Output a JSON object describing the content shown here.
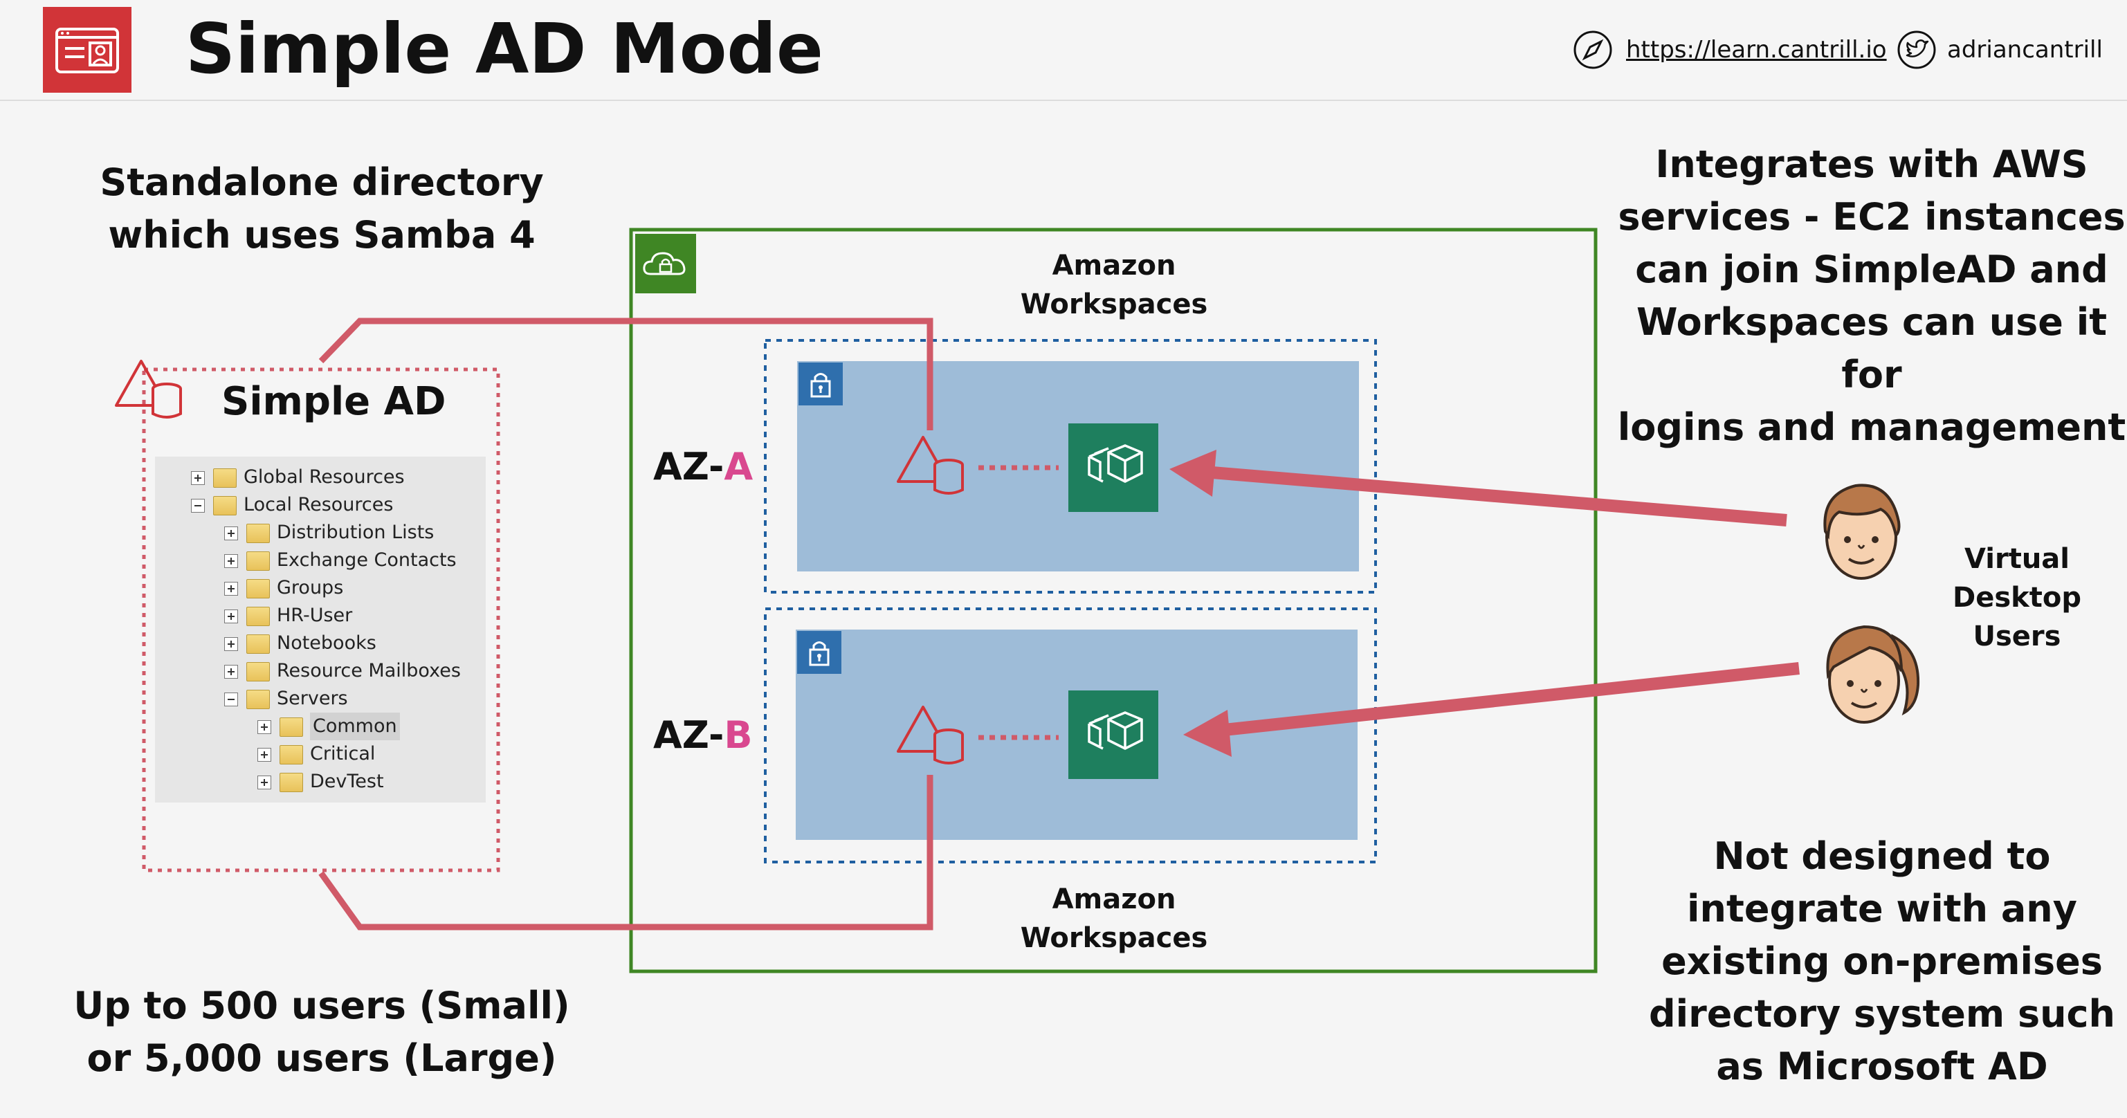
{
  "header": {
    "title": "Simple AD Mode",
    "link": "https://learn.cantrill.io",
    "twitter_handle": "adriancantrill"
  },
  "left": {
    "description": "Standalone directory\nwhich uses Samba 4",
    "box_title": "Simple AD",
    "capacity": "Up to 500 users (Small)\nor 5,000 users (Large)"
  },
  "tree": {
    "items": [
      {
        "label": "Global Resources",
        "expander": "plus"
      },
      {
        "label": "Local Resources",
        "expander": "minus"
      },
      {
        "label": "Distribution Lists",
        "expander": "plus"
      },
      {
        "label": "Exchange Contacts",
        "expander": "plus"
      },
      {
        "label": "Groups",
        "expander": "plus"
      },
      {
        "label": "HR-User",
        "expander": "plus"
      },
      {
        "label": "Notebooks",
        "expander": "plus"
      },
      {
        "label": "Resource Mailboxes",
        "expander": "plus"
      },
      {
        "label": "Servers",
        "expander": "minus"
      },
      {
        "label": "Common",
        "expander": "plus",
        "selected": true
      },
      {
        "label": "Critical",
        "expander": "plus"
      },
      {
        "label": "DevTest",
        "expander": "plus"
      }
    ]
  },
  "vpc": {
    "workspaces_top": "Amazon\nWorkspaces",
    "workspaces_bottom": "Amazon\nWorkspaces",
    "az_a_prefix": "AZ-",
    "az_a_letter": "A",
    "az_b_prefix": "AZ-",
    "az_b_letter": "B"
  },
  "right": {
    "integrates": "Integrates with AWS\nservices - EC2 instances\ncan join SimpleAD and\nWorkspaces can use it for\nlogins and management",
    "users_label": "Virtual\nDesktop\nUsers",
    "not_designed": "Not designed to\nintegrate with any\nexisting on-premises\ndirectory system such\nas Microsoft AD"
  },
  "icons": [
    "simple-ad-icon",
    "directory-service-icon",
    "compass-icon",
    "twitter-icon",
    "vpc-cloud-icon",
    "private-subnet-lock-icon",
    "workspaces-icon",
    "user-male-icon",
    "user-female-icon"
  ],
  "colors": {
    "accent_red": "#d13438",
    "connector_red": "#d05a68",
    "vpc_green": "#3f8624",
    "subnet_fill": "#9ebcd8",
    "subnet_border": "#1f5fa0",
    "workspaces_green": "#1e7f5e",
    "az_letter_pink": "#d9488f"
  }
}
